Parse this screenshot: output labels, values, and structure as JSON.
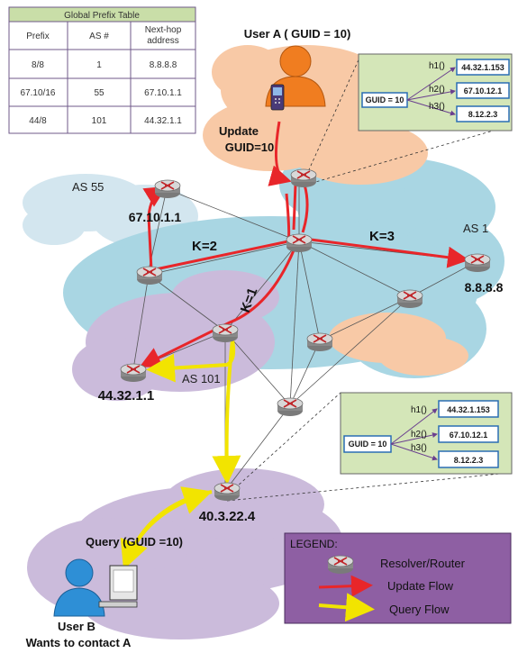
{
  "prefix_table": {
    "title": "Global Prefix Table",
    "headers": [
      "Prefix",
      "AS #",
      "Next-hop address"
    ],
    "rows": [
      [
        "8/8",
        "1",
        "8.8.8.8"
      ],
      [
        "67.10/16",
        "55",
        "67.10.1.1"
      ],
      [
        "44/8",
        "101",
        "44.32.1.1"
      ]
    ]
  },
  "user_a": {
    "label": "User A ( GUID = 10)"
  },
  "update_label": {
    "line1": "Update",
    "line2": "GUID=10"
  },
  "as_labels": {
    "as55": "AS 55",
    "as1": "AS 1",
    "as101": "AS 101"
  },
  "router_labels": {
    "r67": "67.10.1.1",
    "r8": "8.8.8.8",
    "r44": "44.32.1.1",
    "r40": "40.3.22.4"
  },
  "k_labels": {
    "k2": "K=2",
    "k3": "K=3",
    "k1": "K=1"
  },
  "hash_box_top": {
    "guid": "GUID = 10",
    "h1": "h1()",
    "h2": "h2()",
    "h3": "h3()",
    "addr1": "44.32.1.153",
    "addr2": "67.10.12.1",
    "addr3": "8.12.2.3"
  },
  "hash_box_bottom": {
    "guid": "GUID = 10",
    "h1": "h1()",
    "h2": "h2()",
    "h3": "h3()",
    "addr1": "44.32.1.153",
    "addr2": "67.10.12.1",
    "addr3": "8.12.2.3"
  },
  "query_label": "Query (GUID =10)",
  "user_b": {
    "line1": "User B",
    "line2": "Wants to contact A"
  },
  "legend": {
    "title": "LEGEND:",
    "router": "Resolver/Router",
    "update": "Update Flow",
    "query": "Query Flow"
  },
  "colors": {
    "update_flow": "#e8262a",
    "query_flow": "#f2e400",
    "table_header": "#c9dea8",
    "cloud_blue": "#a9d6e3",
    "cloud_purple": "#cbbbdb",
    "cloud_peach": "#f8c9a6",
    "legend_bg": "#8e5fa3",
    "hash_box_bg": "#d4e6b8",
    "addr_border": "#2a6db4"
  }
}
